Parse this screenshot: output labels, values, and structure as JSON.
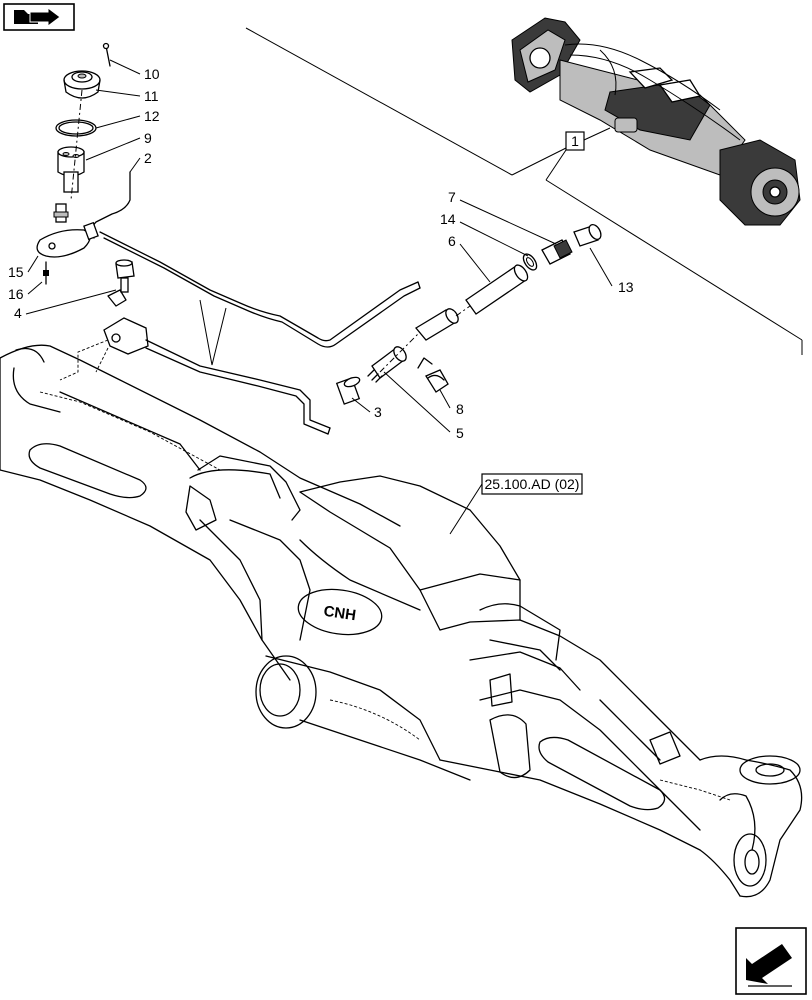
{
  "callouts": {
    "c1": "1",
    "c2": "2",
    "c3": "3",
    "c4": "4",
    "c5": "5",
    "c6": "6",
    "c7": "7",
    "c8": "8",
    "c9": "9",
    "c10": "10",
    "c11": "11",
    "c12": "12",
    "c13": "13",
    "c14": "14",
    "c15": "15",
    "c16": "16"
  },
  "reference": "25.100.AD (02)",
  "housing_logo": "CNH",
  "icons": {
    "top_left": "book-arrow-icon",
    "bottom_right": "next-page-arrow-icon"
  }
}
